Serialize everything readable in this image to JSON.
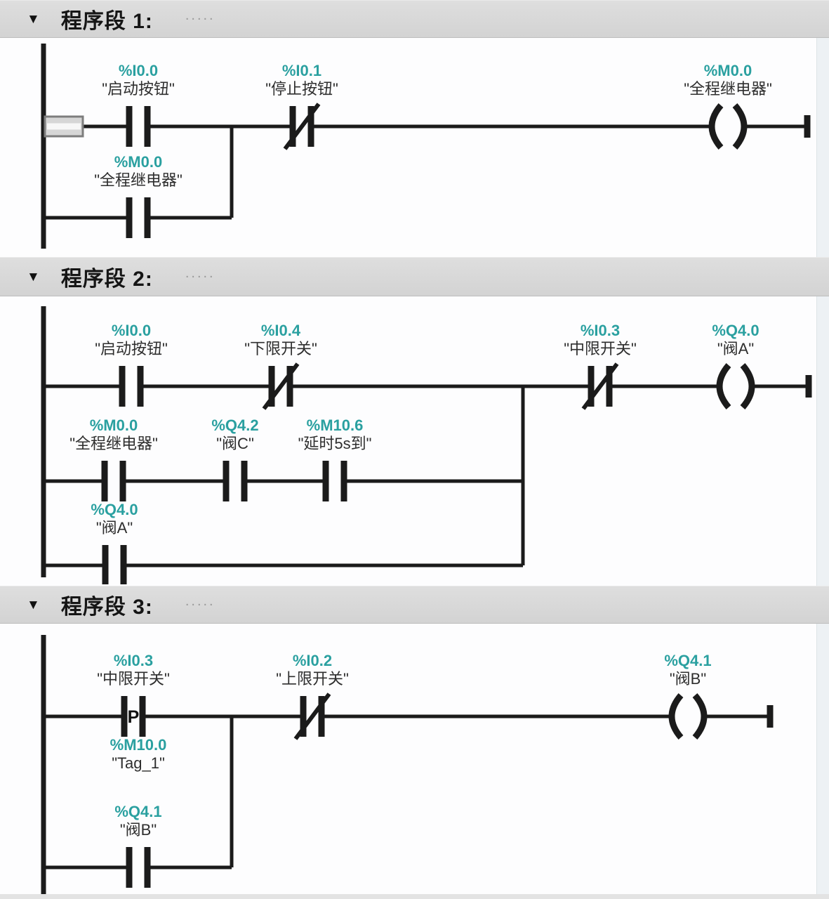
{
  "colors": {
    "accent_teal": "#2aa0a0",
    "wire": "#1b1b1b",
    "header_bg": "#d7d7d7"
  },
  "collapse_icon": "▼",
  "networks": [
    {
      "title": "程序段 1:",
      "comment": ".....",
      "elements": {
        "c1": {
          "address": "%I0.0",
          "name": "\"启动按钮\"",
          "type": "NO contact"
        },
        "c2": {
          "address": "%I0.1",
          "name": "\"停止按钮\"",
          "type": "NC contact"
        },
        "coil": {
          "address": "%M0.0",
          "name": "\"全程继电器\"",
          "type": "coil"
        },
        "b1": {
          "address": "%M0.0",
          "name": "\"全程继电器\"",
          "type": "NO contact"
        }
      }
    },
    {
      "title": "程序段 2:",
      "comment": ".....",
      "elements": {
        "c1": {
          "address": "%I0.0",
          "name": "\"启动按钮\"",
          "type": "NO contact"
        },
        "c2": {
          "address": "%I0.4",
          "name": "\"下限开关\"",
          "type": "NC contact"
        },
        "c3": {
          "address": "%I0.3",
          "name": "\"中限开关\"",
          "type": "NC contact"
        },
        "coil": {
          "address": "%Q4.0",
          "name": "\"阀A\"",
          "type": "coil"
        },
        "b1": {
          "address": "%M0.0",
          "name": "\"全程继电器\"",
          "type": "NO contact"
        },
        "b2": {
          "address": "%Q4.2",
          "name": "\"阀C\"",
          "type": "NO contact"
        },
        "b3": {
          "address": "%M10.6",
          "name": "\"延时5s到\"",
          "type": "NO contact"
        },
        "b4": {
          "address": "%Q4.0",
          "name": "\"阀A\"",
          "type": "NO contact"
        }
      }
    },
    {
      "title": "程序段 3:",
      "comment": ".....",
      "elements": {
        "c1": {
          "address": "%I0.3",
          "name": "\"中限开关\"",
          "type": "P edge contact",
          "modifier": "P"
        },
        "tag": {
          "address": "%M10.0",
          "name": "\"Tag_1\"",
          "type": "edge memory tag"
        },
        "c2": {
          "address": "%I0.2",
          "name": "\"上限开关\"",
          "type": "NC contact"
        },
        "coil": {
          "address": "%Q4.1",
          "name": "\"阀B\"",
          "type": "coil"
        },
        "b1": {
          "address": "%Q4.1",
          "name": "\"阀B\"",
          "type": "NO contact"
        }
      }
    }
  ]
}
